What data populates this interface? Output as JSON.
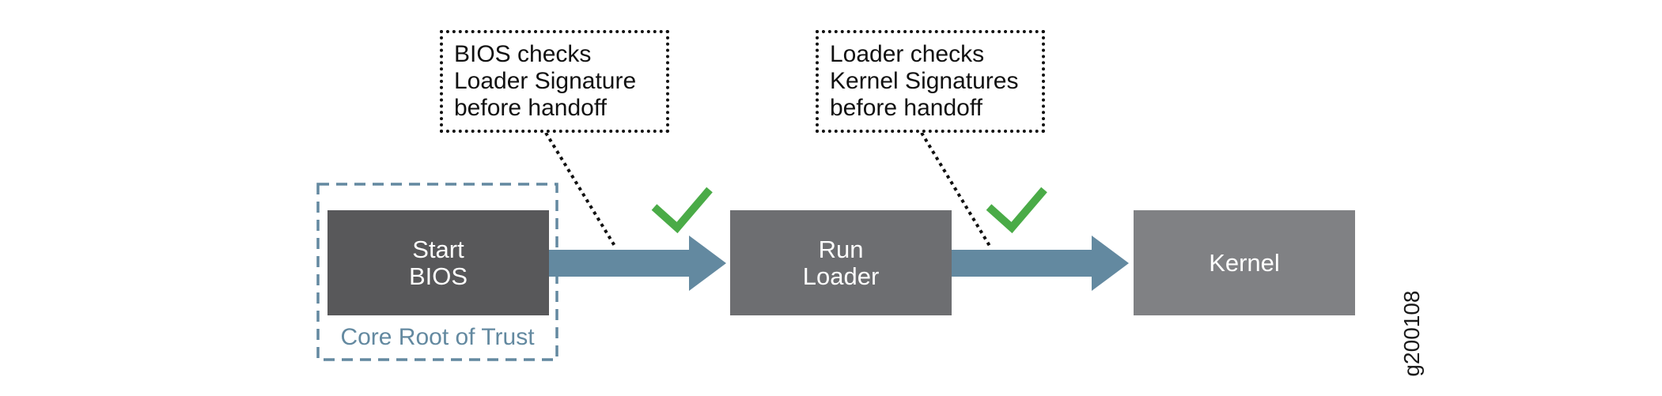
{
  "boxes": {
    "bios": {
      "label": "Start\nBIOS",
      "color": "#58585a"
    },
    "loader": {
      "label": "Run\nLoader",
      "color": "#6d6e71"
    },
    "kernel": {
      "label": "Kernel",
      "color": "#808184"
    }
  },
  "callouts": {
    "bios": {
      "text": "BIOS checks\nLoader Signature\nbefore handoff"
    },
    "loader": {
      "text": "Loader checks\nKernel Signatures\nbefore handoff"
    }
  },
  "root_of_trust": {
    "label": "Core Root of Trust",
    "color": "#6389a0"
  },
  "colors": {
    "arrow": "#6389a0",
    "check": "#4aab47",
    "callout_border": "#111111"
  },
  "icons": {
    "arrow": "right-arrow-icon",
    "check": "checkmark-icon"
  },
  "figure_id": "g200108"
}
